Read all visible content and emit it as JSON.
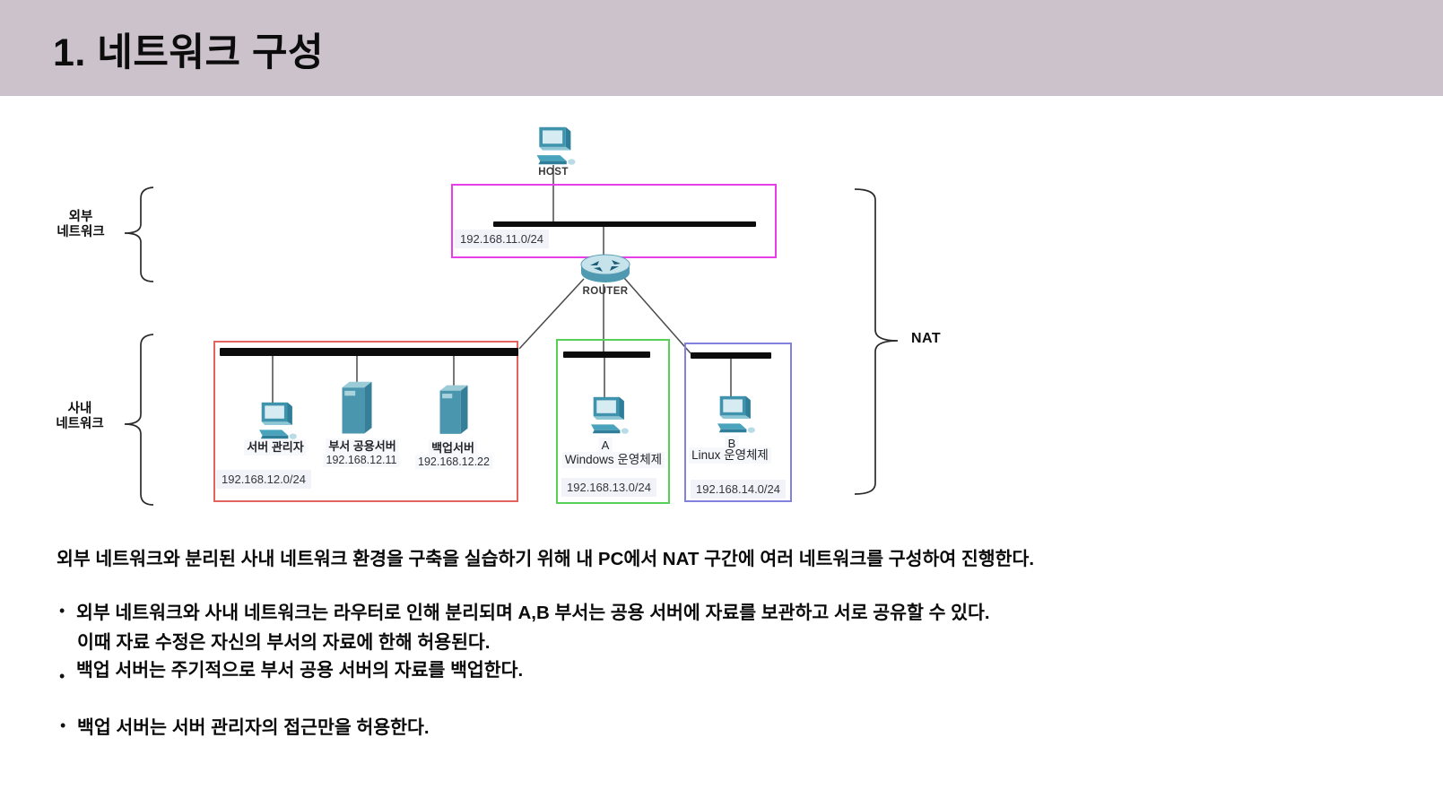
{
  "header": {
    "title": "1. 네트워크 구성"
  },
  "labels": {
    "host": "HOST",
    "router": "ROUTER",
    "nat": "NAT",
    "external_line1": "외부",
    "external_line2": "네트워크",
    "internal_line1": "사내",
    "internal_line2": "네트워크"
  },
  "networks": {
    "external": {
      "subnet": "192.168.11.0/24"
    },
    "dept": {
      "subnet": "192.168.12.0/24",
      "admin_pc": "서버 관리자",
      "shared_server_name": "부서 공용서버",
      "shared_server_ip": "192.168.12.11",
      "backup_server_name": "백업서버",
      "backup_server_ip": "192.168.12.22"
    },
    "team_a": {
      "host_name": "A",
      "os": "Windows 운영체제",
      "subnet": "192.168.13.0/24"
    },
    "team_b": {
      "host_name": "B",
      "os": "Linux 운영체제",
      "subnet": "192.168.14.0/24"
    }
  },
  "colors": {
    "header_bg": "#cbc2cc",
    "external_border": "#e83ee8",
    "dept_border": "#e2635f",
    "team_a_border": "#57d057",
    "team_b_border": "#8282de",
    "device_teal": "#4a9cb5",
    "bus_black": "#0c0c0c"
  },
  "body": {
    "paragraph": "외부 네트워크와 분리된 사내 네트워크 환경을 구축을 실습하기 위해 내 PC에서 NAT 구간에 여러 네트워크를 구성하여 진행한다.",
    "bullet_char": "•",
    "bullet1_line1": "외부 네트워크와 사내 네트워크는 라우터로 인해 분리되며 A,B 부서는 공용 서버에 자료를 보관하고 서로 공유할 수 있다.",
    "bullet1_line2": "이때 자료 수정은 자신의 부서의 자료에 한해 허용된다.",
    "bullet2": "백업 서버는 주기적으로 부서 공용 서버의 자료를 백업한다.",
    "bullet3": "백업 서버는 서버 관리자의 접근만을 허용한다."
  }
}
